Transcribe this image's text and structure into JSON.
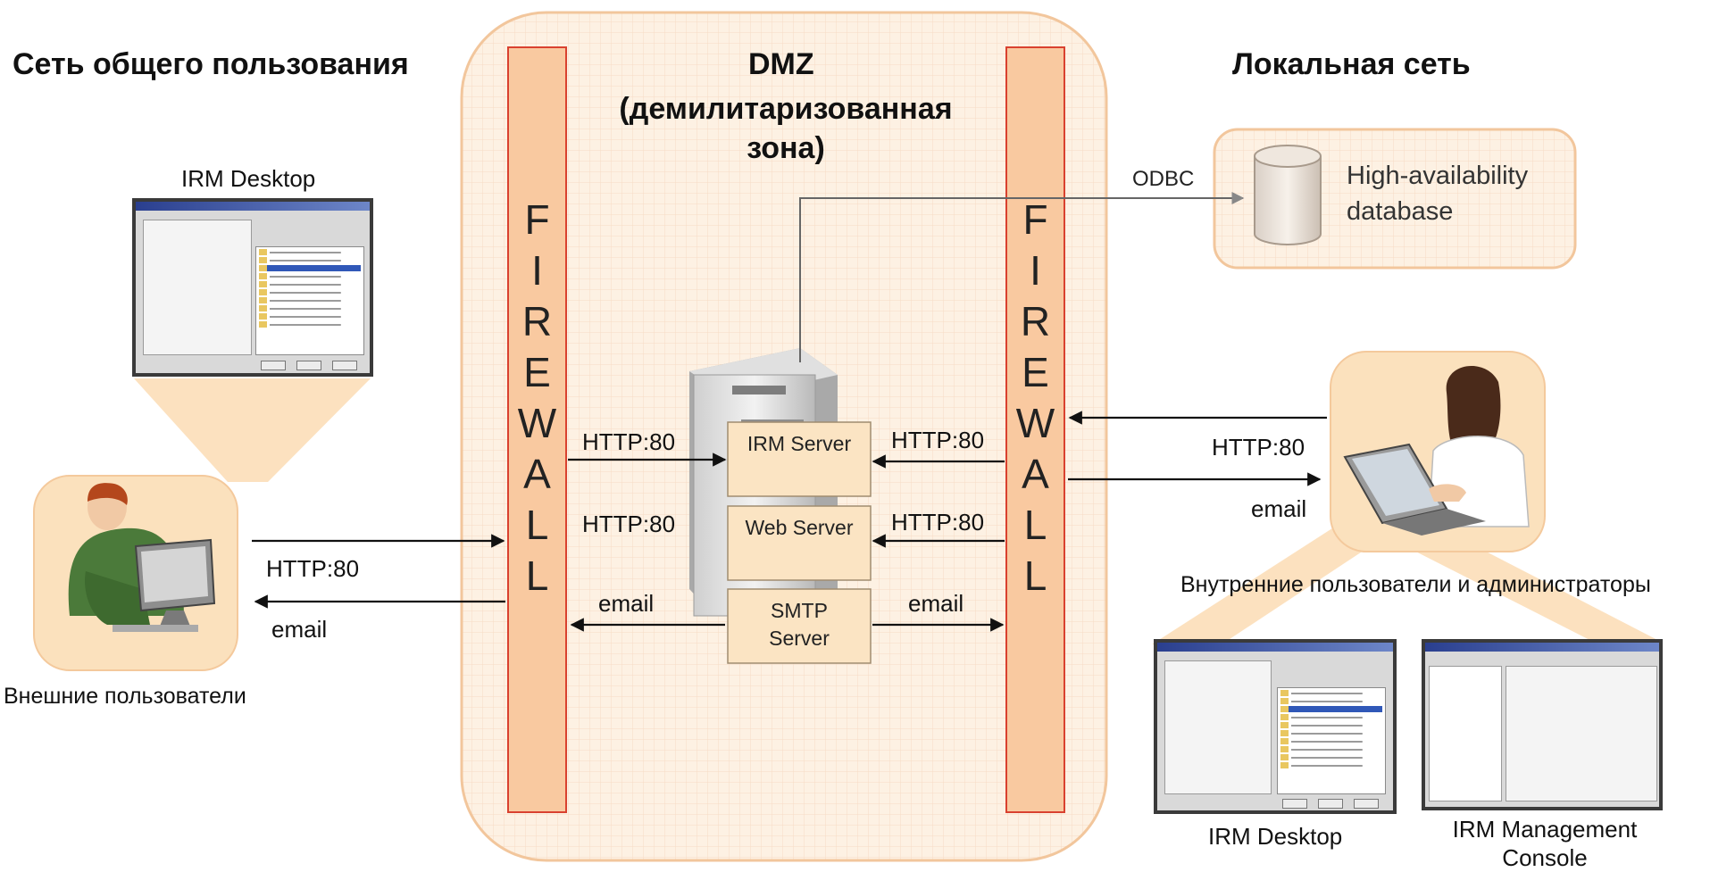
{
  "zones": {
    "public": "Сеть общего пользования",
    "dmz_title": "DMZ",
    "dmz_subtitle": "(демилитаризованная зона)",
    "local": "Локальная сеть"
  },
  "firewall_letters": [
    "F",
    "I",
    "R",
    "E",
    "W",
    "A",
    "L",
    "L"
  ],
  "servers": {
    "irm": "IRM Server",
    "web": "Web Server",
    "smtp": "SMTP Server"
  },
  "database": {
    "label": "High-availability database",
    "link": "ODBC"
  },
  "links": {
    "http_left_top": "HTTP:80",
    "http_left_mid": "HTTP:80",
    "email_left": "email",
    "http_right_top": "HTTP:80",
    "http_right_mid": "HTTP:80",
    "email_right": "email",
    "http_external": "HTTP:80",
    "email_external": "email",
    "http_internal": "HTTP:80",
    "email_internal": "email"
  },
  "external": {
    "users": "Внешние пользователи",
    "desktop": "IRM Desktop"
  },
  "internal": {
    "users": "Внутренние пользователи и администраторы",
    "desktop": "IRM Desktop",
    "console": "IRM Management Console"
  },
  "colors": {
    "firewall_fill": "#f9c9a0",
    "firewall_border": "#d9412f",
    "zone_fill": "#fdf1e3",
    "zone_border": "#f2c69c",
    "server_fill": "#fbe4c3"
  }
}
